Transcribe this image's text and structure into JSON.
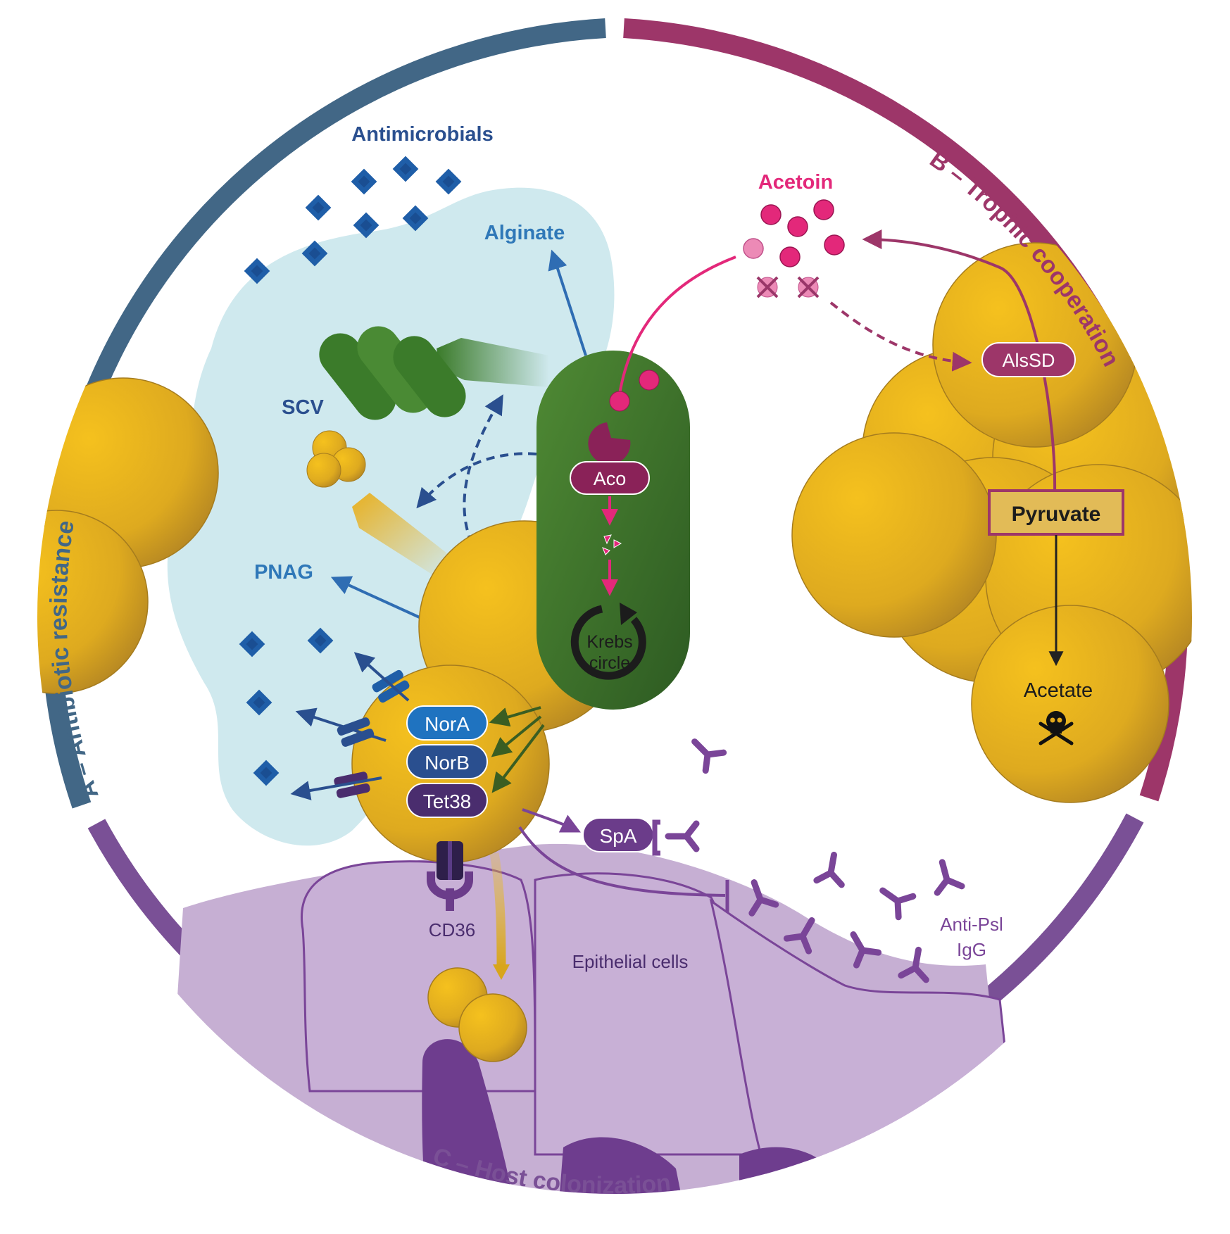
{
  "sections": {
    "a": "A – Antibiotic resistance",
    "b": "B – Trophic cooperation",
    "c": "C – Host colonization"
  },
  "labels": {
    "antimicrobials": "Antimicrobials",
    "alginate": "Alginate",
    "scv": "SCV",
    "pnag": "PNAG",
    "acetoin": "Acetoin",
    "alssd": "AlsSD",
    "pyruvate": "Pyruvate",
    "acetate": "Acetate",
    "aco": "Aco",
    "krebs_1": "Krebs",
    "krebs_2": "circle",
    "nora": "NorA",
    "norb": "NorB",
    "tet38": "Tet38",
    "spa": "SpA",
    "cd36": "CD36",
    "epithelial": "Epithelial cells",
    "anti_psl_1": "Anti-Psl",
    "anti_psl_2": "IgG"
  },
  "colors": {
    "section_a": "#426786",
    "section_b": "#9d3669",
    "section_c": "#7a5096",
    "biofilm": "#cfe9ee",
    "pseudomonas": "#3e7a2a",
    "staph": "#e3a91c",
    "acetoin": "#e3287a",
    "antimicrobial": "#1f5ea8",
    "purple": "#7a4598",
    "epithelium": "#c6afd3"
  }
}
